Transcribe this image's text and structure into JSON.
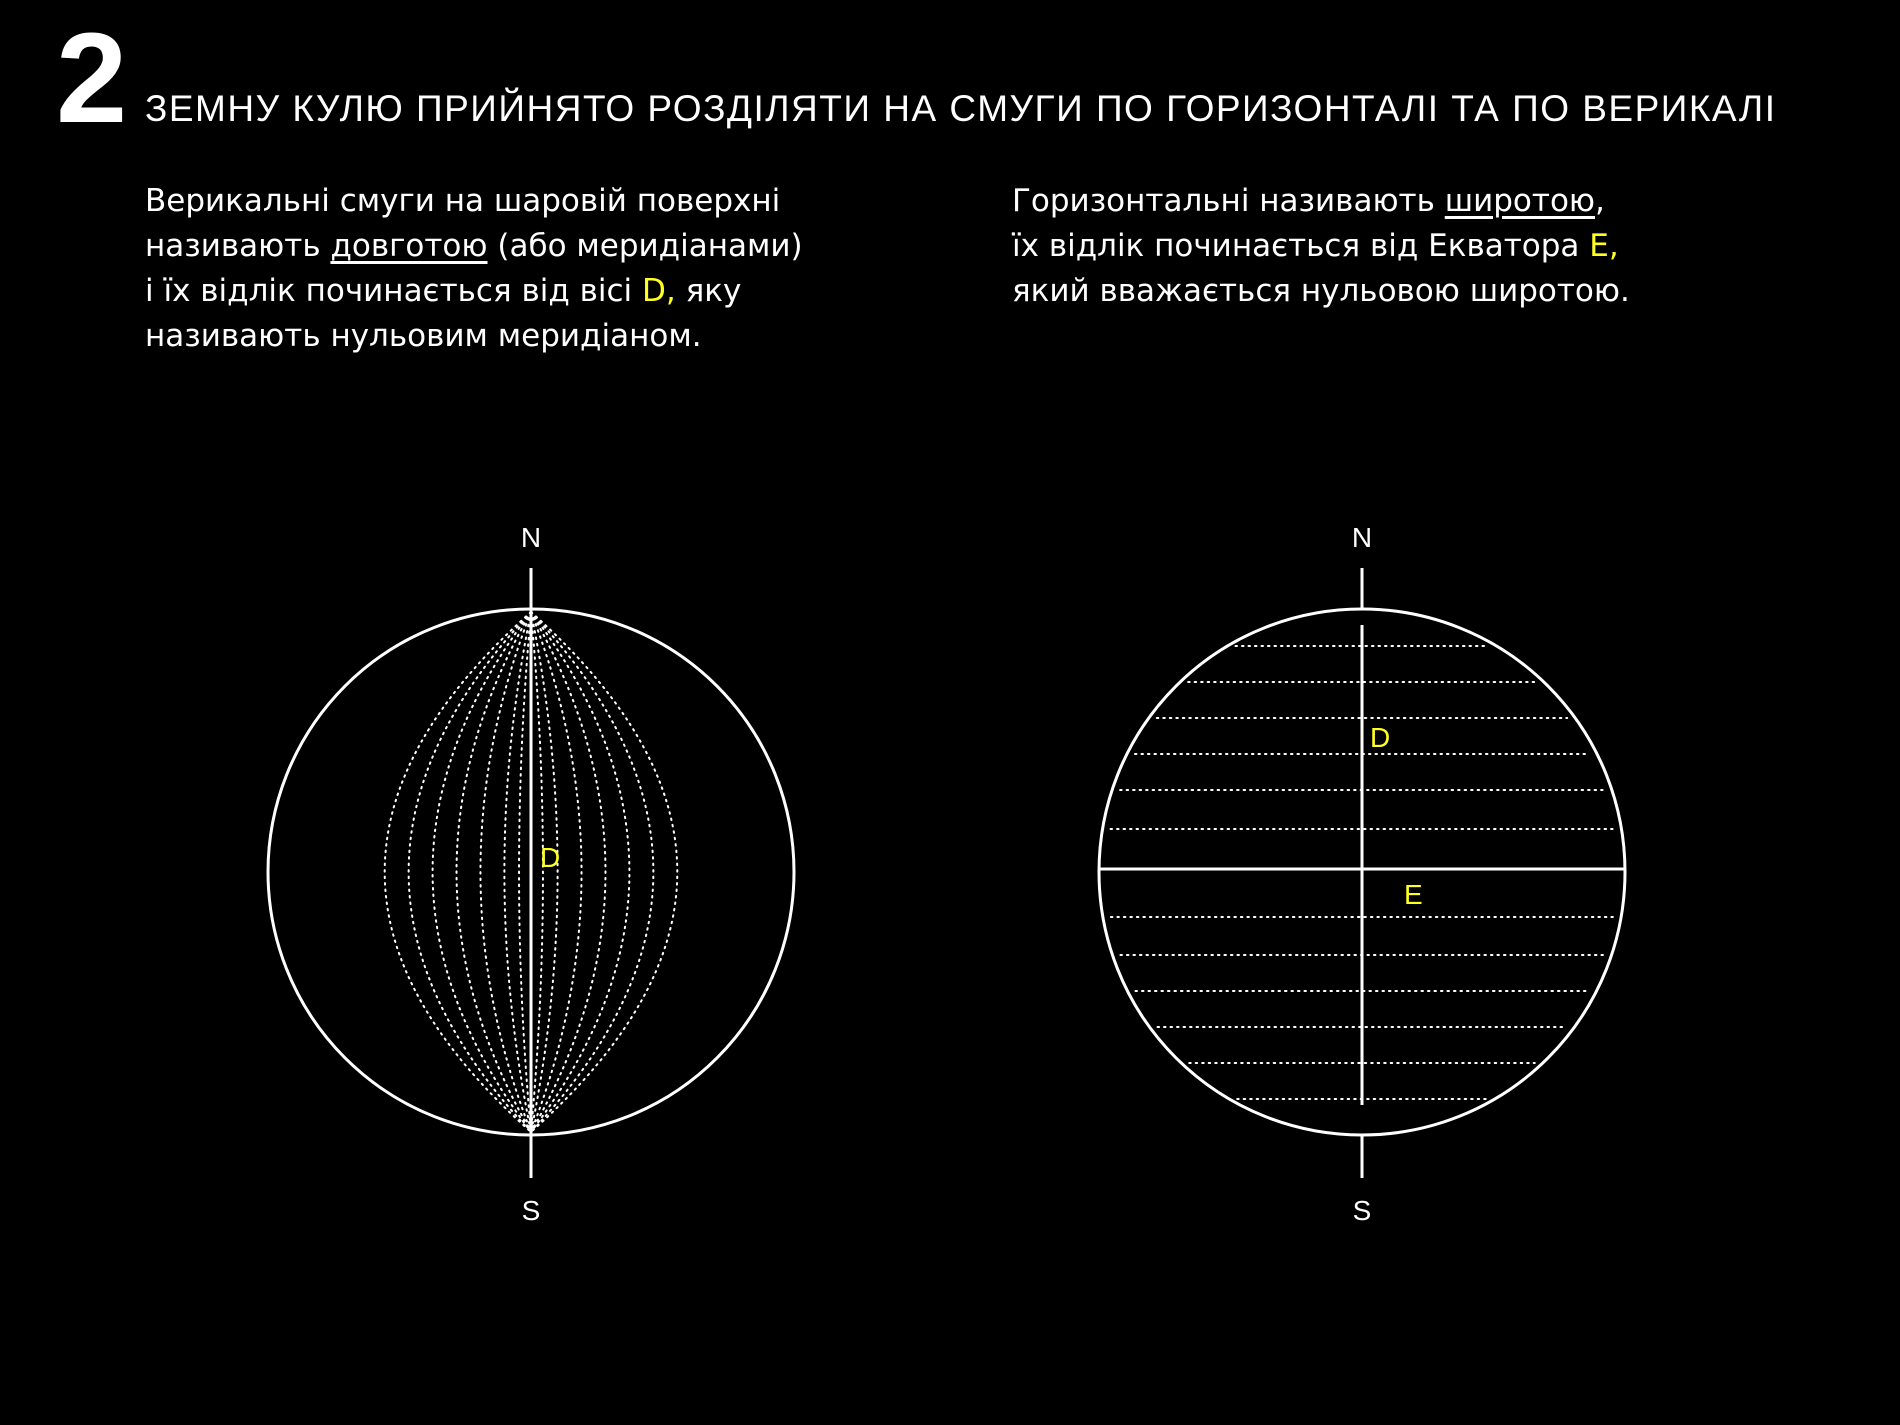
{
  "slide": {
    "number": "2",
    "heading": "ЗЕМНУ КУЛЮ ПРИЙНЯТО РОЗДІЛЯТИ НА СМУГИ ПО ГОРИЗОНТАЛІ ТА ПО ВЕРИКАЛІ"
  },
  "left_text": {
    "line1": "Верикальні смуги на шаровій поверхні",
    "line2_pre": "називають ",
    "line2_term": "довготою",
    "line2_post": " (або меридіанами)",
    "line3_pre": "і їх відлік починається від вісі ",
    "line3_accent": "D,",
    "line3_post": " яку",
    "line4": "називають нульовим меридіаном."
  },
  "right_text": {
    "line1_pre": "Горизонтальні називають ",
    "line1_term": "широтою",
    "line1_post": ",",
    "line2_pre": "їх відлік починається від Екватора ",
    "line2_accent": "E,",
    "line3": "який вважається нульовою широтою."
  },
  "globe_longitude": {
    "north": "N",
    "south": "S",
    "axis": "D"
  },
  "globe_latitude": {
    "north": "N",
    "south": "S",
    "axis": "D",
    "equator": "E"
  },
  "colors": {
    "background": "#000000",
    "foreground": "#ffffff",
    "accent": "#ffff22"
  }
}
